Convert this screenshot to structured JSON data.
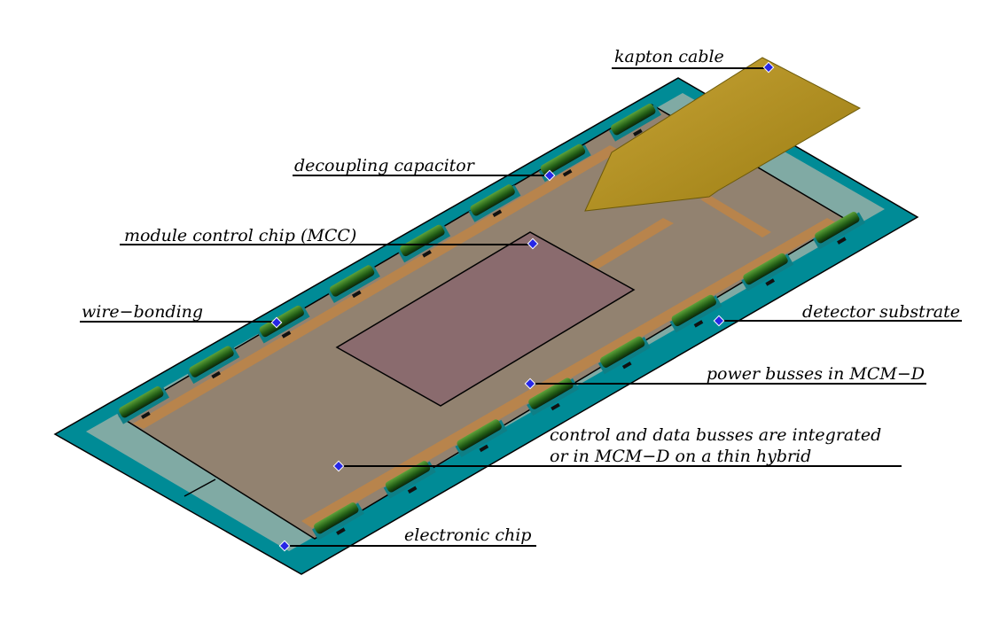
{
  "colors": {
    "substrate": "#008b96",
    "substrate_inner": "#80aaa4",
    "hybrid": "#928270",
    "bus": "#b8844c",
    "mcc": "#8a6b6e",
    "kapton": "#b0921f",
    "chip": "#2d6a1e",
    "marker": "#2727e6"
  },
  "labels": {
    "kapton": "kapton cable",
    "capacitor": "decoupling capacitor",
    "mcc": "module control chip (MCC)",
    "wire_bonding": "wire−bonding",
    "detector": "detector substrate",
    "power": "power busses in MCM−D",
    "control_line1": "control and data busses are integrated",
    "control_line2": "or in MCM−D on a thin hybrid",
    "chip": "electronic chip"
  }
}
